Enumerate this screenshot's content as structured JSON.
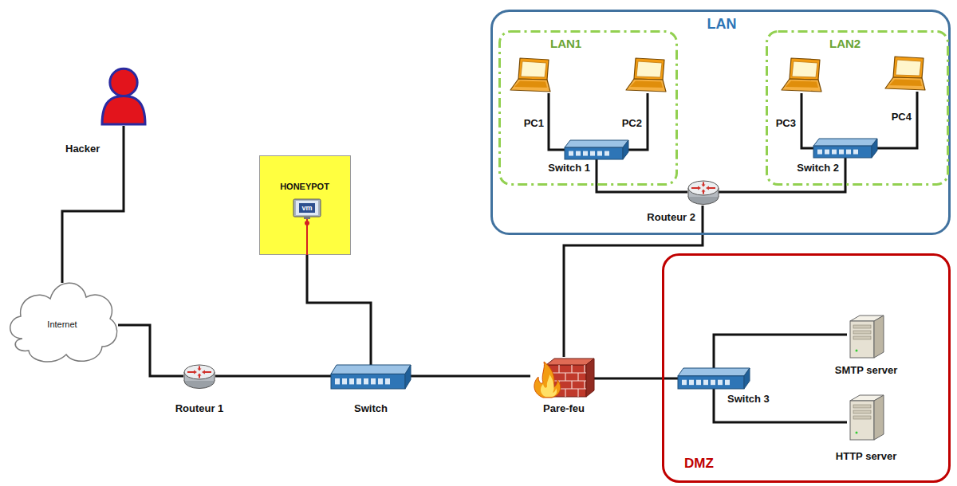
{
  "diagram": {
    "nodes": [
      {
        "text": [
          "Hacker"
        ]
      },
      {
        "text": [
          "Internet"
        ]
      },
      {
        "text": [
          "HONEYPOT",
          "vm"
        ]
      },
      {
        "text": [
          "Routeur 1"
        ]
      },
      {
        "text": [
          "Switch"
        ]
      },
      {
        "text": [
          "Pare-feu"
        ]
      },
      {
        "text": [
          "LAN"
        ]
      },
      {
        "text": [
          "LAN1"
        ],
        "in": 6
      },
      {
        "text": [
          "PC1"
        ],
        "in": 7
      },
      {
        "text": [
          "PC2"
        ],
        "in": 7
      },
      {
        "text": [
          "Switch 1"
        ],
        "in": 7
      },
      {
        "text": [
          "LAN2"
        ],
        "in": 6
      },
      {
        "text": [
          "PC3"
        ],
        "in": 11
      },
      {
        "text": [
          "PC4"
        ],
        "in": 11
      },
      {
        "text": [
          "Switch 2"
        ],
        "in": 11
      },
      {
        "text": [
          "Routeur 2"
        ],
        "in": 6
      },
      {
        "text": [
          "DMZ"
        ]
      },
      {
        "text": [
          "Switch 3"
        ],
        "in": 16
      },
      {
        "text": [
          "SMTP server"
        ],
        "in": 16
      },
      {
        "text": [
          "HTTP server"
        ],
        "in": 16
      }
    ],
    "edges": [
      {
        "from": 0,
        "to": 1,
        "arrow": "none"
      },
      {
        "from": 1,
        "to": 3,
        "arrow": "none"
      },
      {
        "from": 3,
        "to": 4,
        "arrow": "none"
      },
      {
        "from": 4,
        "to": 2,
        "arrow": "none"
      },
      {
        "from": 4,
        "to": 5,
        "arrow": "none"
      },
      {
        "from": 5,
        "to": 15,
        "arrow": "none"
      },
      {
        "from": 5,
        "to": 17,
        "arrow": "none"
      },
      {
        "from": 8,
        "to": 10,
        "arrow": "none"
      },
      {
        "from": 9,
        "to": 10,
        "arrow": "none"
      },
      {
        "from": 10,
        "to": 15,
        "arrow": "none"
      },
      {
        "from": 12,
        "to": 14,
        "arrow": "none"
      },
      {
        "from": 13,
        "to": 14,
        "arrow": "none"
      },
      {
        "from": 14,
        "to": 15,
        "arrow": "none"
      },
      {
        "from": 17,
        "to": 18,
        "arrow": "none"
      },
      {
        "from": 17,
        "to": 19,
        "arrow": "none"
      }
    ]
  }
}
